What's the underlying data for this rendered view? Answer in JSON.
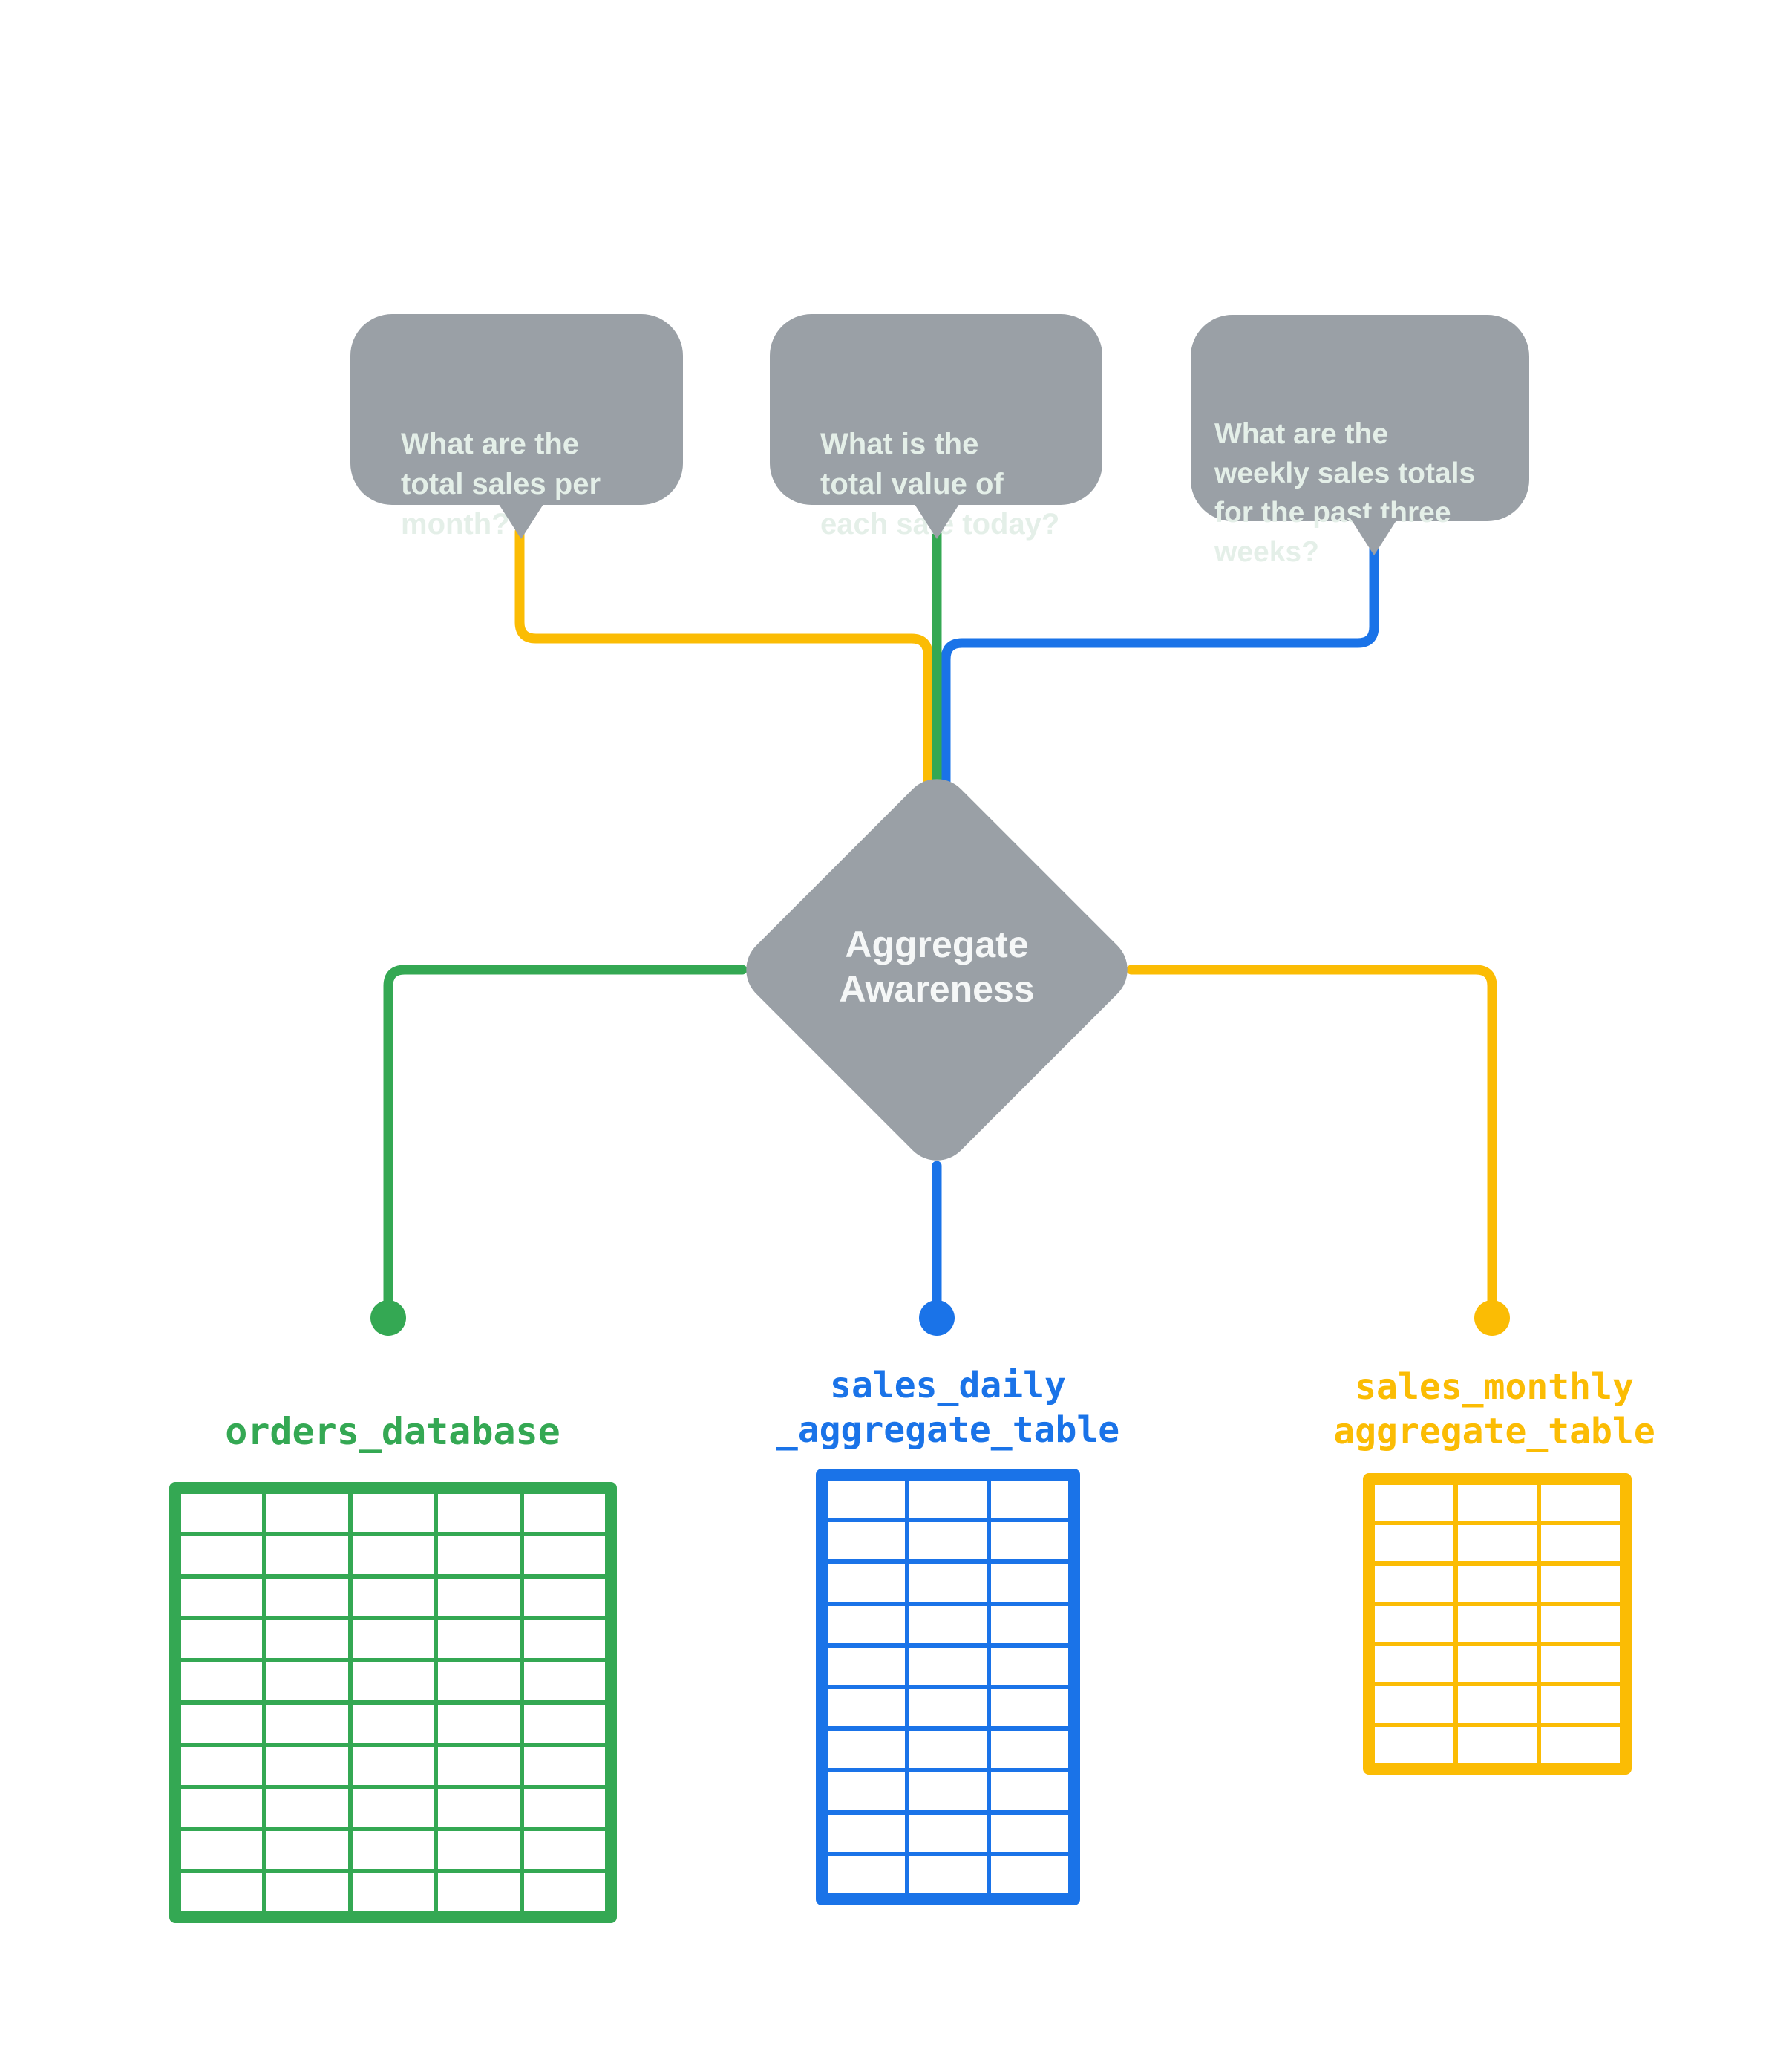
{
  "questions": [
    {
      "id": "q1",
      "text": "What are the\ntotal sales per\nmonth?",
      "connector_color": "#FBBC04",
      "routes_to": "sales_monthly aggregate_table"
    },
    {
      "id": "q2",
      "text": "What is the\ntotal value of\neach sale today?",
      "connector_color": "#34A853",
      "routes_to": "orders_database"
    },
    {
      "id": "q3",
      "text": "What are the\nweekly sales totals\nfor the past three\nweeks?",
      "connector_color": "#1A73E8",
      "routes_to": "sales_daily _aggregate_table"
    }
  ],
  "decision_node": {
    "label": "Aggregate\nAwareness"
  },
  "data_sources": [
    {
      "label": "orders_database",
      "color": "#34A853",
      "grid": {
        "columns": 5,
        "rows": 10
      }
    },
    {
      "label": "sales_daily\n_aggregate_table",
      "color": "#1A73E8",
      "grid": {
        "columns": 3,
        "rows": 10
      }
    },
    {
      "label": "sales_monthly\naggregate_table",
      "color": "#FBBC04",
      "grid": {
        "columns": 3,
        "rows": 7
      }
    }
  ],
  "colors": {
    "green": "#34A853",
    "blue": "#1A73E8",
    "yellow": "#FBBC04",
    "node_gray": "#9AA0A6",
    "bubble_text": "#E4EFE8",
    "diamond_text": "#F5F7F7",
    "background": "#FFFFFF"
  }
}
